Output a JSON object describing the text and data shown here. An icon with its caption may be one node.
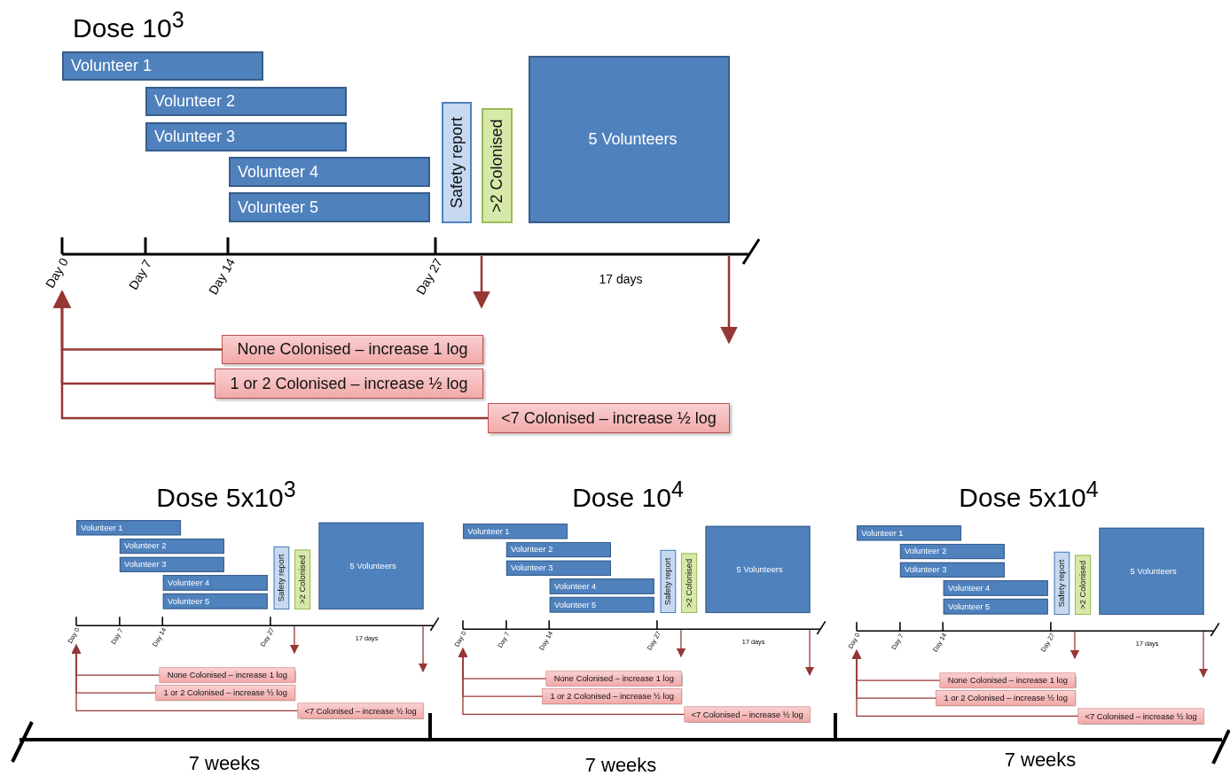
{
  "diagram": {
    "nodes": [
      {
        "text": [
          "Volunteer 1"
        ]
      },
      {
        "text": [
          "Volunteer 2"
        ]
      },
      {
        "text": [
          "Volunteer 3"
        ]
      },
      {
        "text": [
          "Volunteer 4"
        ]
      },
      {
        "text": [
          "Volunteer 5"
        ]
      },
      {
        "text": [
          "Safety report"
        ]
      },
      {
        "text": [
          ">2 Colonised"
        ]
      },
      {
        "text": [
          "5 Volunteers"
        ]
      },
      {
        "text": [
          "Day 0"
        ]
      },
      {
        "text": [
          "None Colonised – increase 1 log"
        ]
      },
      {
        "text": [
          "1 or 2 Colonised – increase ½ log"
        ]
      },
      {
        "text": [
          "<7 Colonised – increase ½ log"
        ]
      },
      {
        "text": [
          "Volunteer 1"
        ]
      },
      {
        "text": [
          "Volunteer 2"
        ]
      },
      {
        "text": [
          "Volunteer 3"
        ]
      },
      {
        "text": [
          "Volunteer 4"
        ]
      },
      {
        "text": [
          "Volunteer 5"
        ]
      },
      {
        "text": [
          "Safety report"
        ]
      },
      {
        "text": [
          ">2 Colonised"
        ]
      },
      {
        "text": [
          "5 Volunteers"
        ]
      },
      {
        "text": [
          "Day 0"
        ]
      },
      {
        "text": [
          "None Colonised – increase 1 log"
        ]
      },
      {
        "text": [
          "1 or 2 Colonised – increase ½ log"
        ]
      },
      {
        "text": [
          "<7 Colonised – increase ½ log"
        ]
      },
      {
        "text": [
          "Volunteer 1"
        ]
      },
      {
        "text": [
          "Volunteer 2"
        ]
      },
      {
        "text": [
          "Volunteer 3"
        ]
      },
      {
        "text": [
          "Volunteer 4"
        ]
      },
      {
        "text": [
          "Volunteer 5"
        ]
      },
      {
        "text": [
          "Safety report"
        ]
      },
      {
        "text": [
          ">2 Colonised"
        ]
      },
      {
        "text": [
          "5 Volunteers"
        ]
      },
      {
        "text": [
          "Day 0"
        ]
      },
      {
        "text": [
          "None Colonised – increase 1 log"
        ]
      },
      {
        "text": [
          "1 or 2 Colonised – increase ½ log"
        ]
      },
      {
        "text": [
          "<7 Colonised – increase ½ log"
        ]
      },
      {
        "text": [
          "Volunteer 1"
        ]
      },
      {
        "text": [
          "Volunteer 2"
        ]
      },
      {
        "text": [
          "Volunteer 3"
        ]
      },
      {
        "text": [
          "Volunteer 4"
        ]
      },
      {
        "text": [
          "Volunteer 5"
        ]
      },
      {
        "text": [
          "Safety report"
        ]
      },
      {
        "text": [
          ">2 Colonised"
        ]
      },
      {
        "text": [
          "5 Volunteers"
        ]
      },
      {
        "text": [
          "Day 0"
        ]
      },
      {
        "text": [
          "None Colonised – increase 1 log"
        ]
      },
      {
        "text": [
          "1 or 2 Colonised – increase ½ log"
        ]
      },
      {
        "text": [
          "<7 Colonised – increase ½ log"
        ]
      }
    ],
    "edges": [
      {
        "from": 9,
        "to": 8,
        "arrow": "to"
      },
      {
        "from": 10,
        "to": 8,
        "arrow": "to"
      },
      {
        "from": 11,
        "to": 8,
        "arrow": "to"
      },
      {
        "from": 21,
        "to": 20,
        "arrow": "to"
      },
      {
        "from": 22,
        "to": 20,
        "arrow": "to"
      },
      {
        "from": 23,
        "to": 20,
        "arrow": "to"
      },
      {
        "from": 33,
        "to": 32,
        "arrow": "to"
      },
      {
        "from": 34,
        "to": 32,
        "arrow": "to"
      },
      {
        "from": 35,
        "to": 32,
        "arrow": "to"
      },
      {
        "from": 45,
        "to": 44,
        "arrow": "to"
      },
      {
        "from": 46,
        "to": 44,
        "arrow": "to"
      },
      {
        "from": 47,
        "to": 44,
        "arrow": "to"
      }
    ],
    "labels": [
      "Dose 10$^{3}$",
      "Day 7",
      "Day 14",
      "Day 27",
      "17 days",
      "Dose 5x10$^{3}$",
      "Day 7",
      "Day 14",
      "Day 27",
      "17 days",
      "Dose 10$^{4}$",
      "Day 7",
      "Day 14",
      "Day 27",
      "17 days",
      "Dose 5x10$^{4}$",
      "Day 7",
      "Day 14",
      "Day 27",
      "17 days",
      "7 weeks",
      "7 weeks",
      "7 weeks"
    ]
  }
}
